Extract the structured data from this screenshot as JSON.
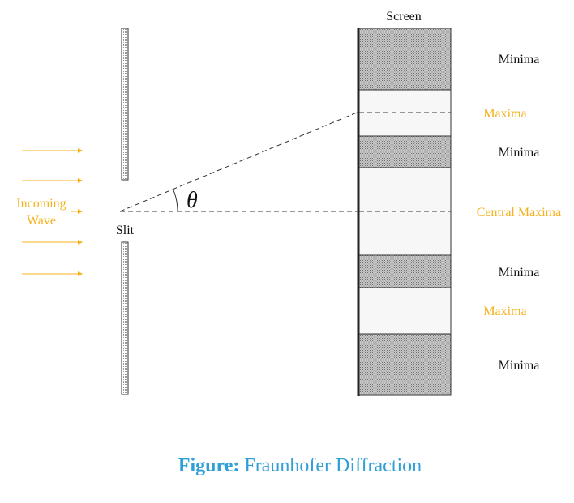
{
  "labels": {
    "screen": "Screen",
    "slit": "Slit",
    "incoming_line1": "Incoming",
    "incoming_line2": "Wave",
    "theta": "θ"
  },
  "fringes": [
    {
      "label": "Minima",
      "kind": "minima"
    },
    {
      "label": "Maxima",
      "kind": "maxima"
    },
    {
      "label": "Minima",
      "kind": "minima"
    },
    {
      "label": "Central Maxima",
      "kind": "central"
    },
    {
      "label": "Minima",
      "kind": "minima"
    },
    {
      "label": "Maxima",
      "kind": "maxima"
    },
    {
      "label": "Minima",
      "kind": "minima"
    }
  ],
  "caption": {
    "prefix": "Figure:",
    "text": " Fraunhofer Diffraction"
  },
  "colors": {
    "wave": "#f5b21b",
    "maxima_label": "#f5b21b",
    "minima_label": "#111111",
    "caption": "#2f9fd8",
    "dashed": "#333333"
  }
}
